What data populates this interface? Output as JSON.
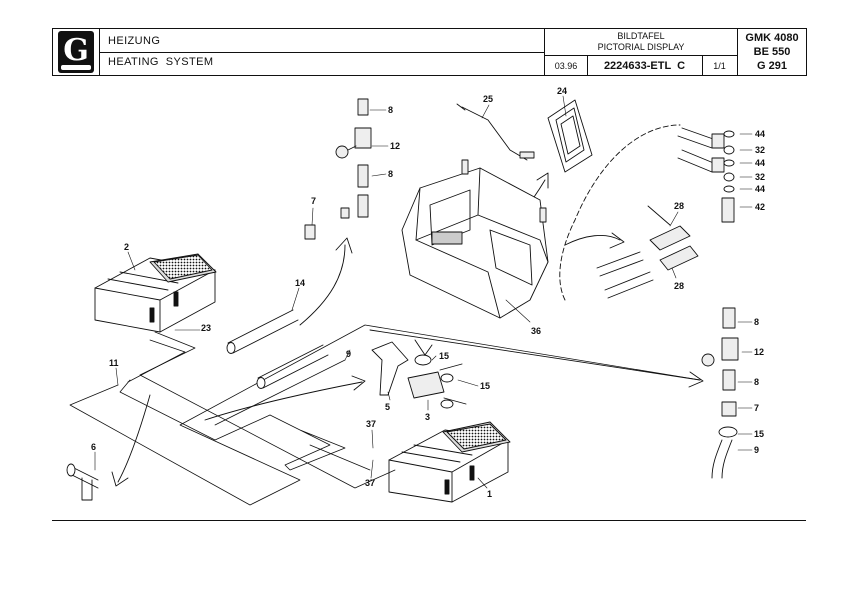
{
  "header": {
    "title_de": "HEIZUNG",
    "title_en": "HEATING  SYSTEM",
    "display_de": "BILDTAFEL",
    "display_en": "PICTORIAL DISPLAY",
    "date": "03.96",
    "doc_number": "2224633-ETL  C",
    "page": "1/1",
    "model": "GMK 4080",
    "variant": "BE 550",
    "group": "G 291",
    "logo_letter": "G"
  },
  "callouts": [
    "8",
    "12",
    "8",
    "7",
    "25",
    "24",
    "44",
    "32",
    "44",
    "32",
    "44",
    "42",
    "28",
    "28",
    "2",
    "14",
    "36",
    "23",
    "11",
    "9",
    "15",
    "15",
    "5",
    "3",
    "8",
    "12",
    "8",
    "7",
    "15",
    "9",
    "6",
    "37",
    "37",
    "1"
  ]
}
